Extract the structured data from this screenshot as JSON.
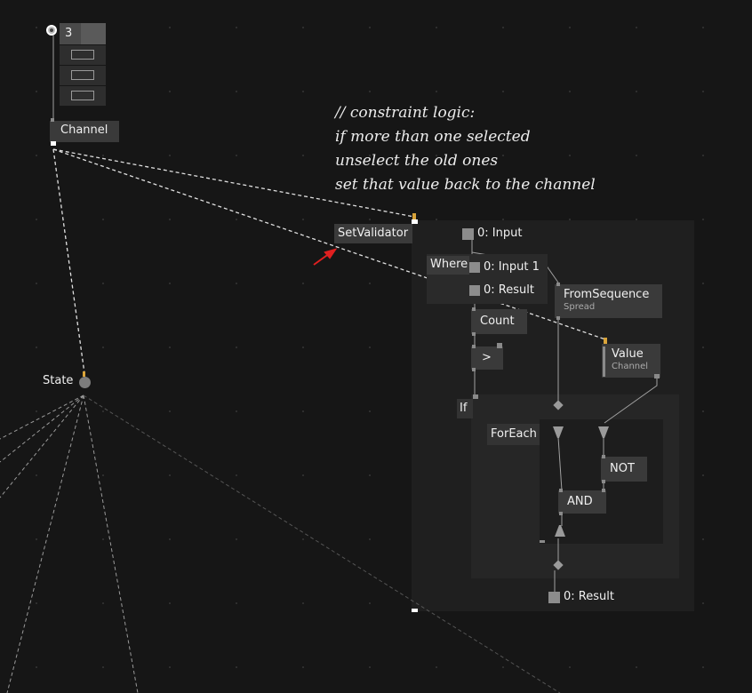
{
  "iobox": {
    "value": "3"
  },
  "nodes": {
    "channel": "Channel",
    "state": "State",
    "set_validator": "SetValidator",
    "where": "Where",
    "count": "Count",
    "greater": ">",
    "from_sequence": {
      "title": "FromSequence",
      "subtitle": "Spread"
    },
    "value": {
      "title": "Value",
      "subtitle": "Channel"
    },
    "if": "If",
    "for_each": "ForEach",
    "not": "NOT",
    "and": "AND"
  },
  "pins": {
    "input": "0: Input",
    "where_input": "0: Input 1",
    "where_result": "0: Result",
    "result": "0: Result"
  },
  "comment": {
    "lines": [
      "// constraint logic:",
      "if more than one selected",
      "unselect the old ones",
      "set that value back to the channel"
    ]
  },
  "colors": {
    "background": "#161616",
    "node": "#3a3a3a",
    "region": "#202020",
    "pin_highlight": "#d9a43a",
    "annotation_arrow": "#e02020"
  }
}
